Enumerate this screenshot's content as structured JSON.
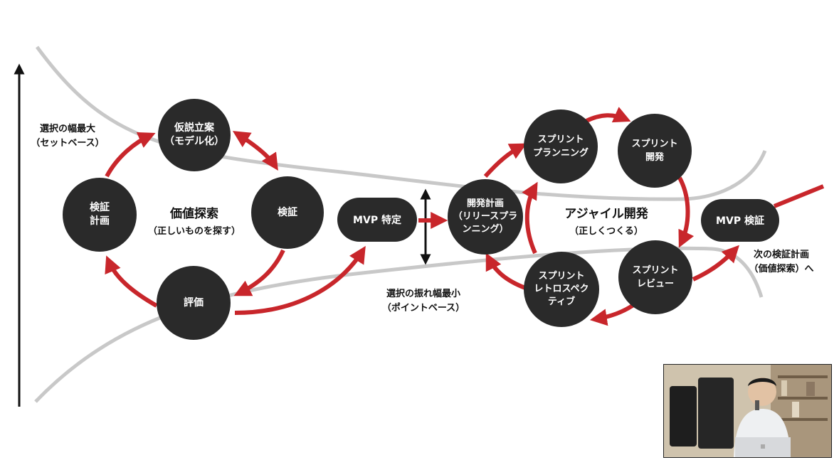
{
  "axis": {
    "label_line1": "選択の幅最大",
    "label_line2": "（セットベース）"
  },
  "value_exploration": {
    "title": "価値探索",
    "subtitle": "（正しいものを探す）",
    "nodes": {
      "hypothesis": [
        "仮説立案",
        "（モデル化）"
      ],
      "verify": [
        "検証",
        "計画"
      ],
      "test": [
        "検証"
      ],
      "evaluate": [
        "評価"
      ]
    }
  },
  "mvp_identify": "MVP 特定",
  "narrowest": {
    "line1": "選択の振れ幅最小",
    "line2": "（ポイントベース）"
  },
  "agile": {
    "title": "アジャイル開発",
    "subtitle": "（正しくつくる）",
    "nodes": {
      "release_planning": [
        "開発計画",
        "（リリースプラ",
        "ンニング）"
      ],
      "sprint_planning": [
        "スプリント",
        "プランニング"
      ],
      "sprint_dev": [
        "スプリント",
        "開発"
      ],
      "sprint_review": [
        "スプリント",
        "レビュー"
      ],
      "sprint_retro": [
        "スプリント",
        "レトロスペク",
        "ティブ"
      ]
    }
  },
  "mvp_verify": "MVP 検証",
  "next": {
    "line1": "次の検証計画",
    "line2": "（価値探索）へ"
  },
  "colors": {
    "node": "#2a2a2a",
    "arrow": "#c8262b",
    "funnel": "#c8c8c8",
    "text": "#111111"
  }
}
